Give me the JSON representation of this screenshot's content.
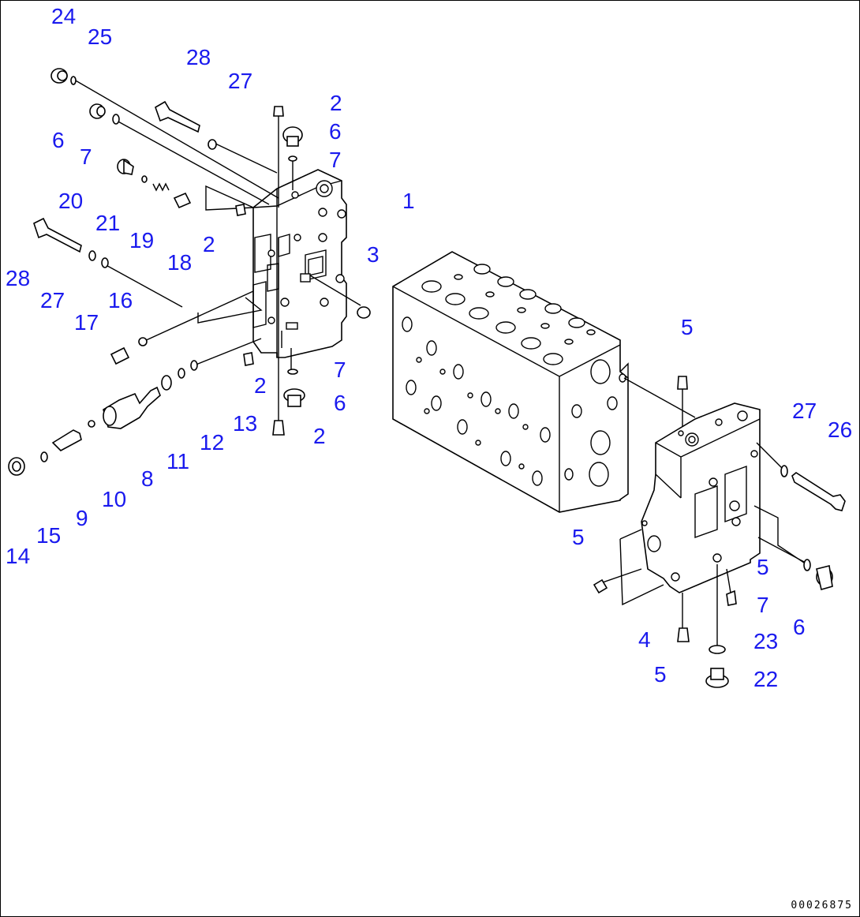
{
  "diagram": {
    "label_color": "#1a1aee",
    "drawing_number": "00026875",
    "callouts": [
      {
        "id": "c24a",
        "text": "24"
      },
      {
        "id": "c25a",
        "text": "25"
      },
      {
        "id": "c28a",
        "text": "28"
      },
      {
        "id": "c27a",
        "text": "27"
      },
      {
        "id": "c2a",
        "text": "2"
      },
      {
        "id": "c6a",
        "text": "6"
      },
      {
        "id": "c7a",
        "text": "7"
      },
      {
        "id": "c6b",
        "text": "6"
      },
      {
        "id": "c7b",
        "text": "7"
      },
      {
        "id": "c20",
        "text": "20"
      },
      {
        "id": "c21",
        "text": "21"
      },
      {
        "id": "c19",
        "text": "19"
      },
      {
        "id": "c2b",
        "text": "2"
      },
      {
        "id": "c18",
        "text": "18"
      },
      {
        "id": "c1",
        "text": "1"
      },
      {
        "id": "c3",
        "text": "3"
      },
      {
        "id": "c28b",
        "text": "28"
      },
      {
        "id": "c27b",
        "text": "27"
      },
      {
        "id": "c16",
        "text": "16"
      },
      {
        "id": "c17",
        "text": "17"
      },
      {
        "id": "c7c",
        "text": "7"
      },
      {
        "id": "c2c",
        "text": "2"
      },
      {
        "id": "c6c",
        "text": "6"
      },
      {
        "id": "c13",
        "text": "13"
      },
      {
        "id": "c12",
        "text": "12"
      },
      {
        "id": "c11",
        "text": "11"
      },
      {
        "id": "c2d",
        "text": "2"
      },
      {
        "id": "c8",
        "text": "8"
      },
      {
        "id": "c10",
        "text": "10"
      },
      {
        "id": "c9",
        "text": "9"
      },
      {
        "id": "c15",
        "text": "15"
      },
      {
        "id": "c14",
        "text": "14"
      },
      {
        "id": "c5a",
        "text": "5"
      },
      {
        "id": "c27c",
        "text": "27"
      },
      {
        "id": "c26",
        "text": "26"
      },
      {
        "id": "c5b",
        "text": "5"
      },
      {
        "id": "c5c",
        "text": "5"
      },
      {
        "id": "c7d",
        "text": "7"
      },
      {
        "id": "c6d",
        "text": "6"
      },
      {
        "id": "c4",
        "text": "4"
      },
      {
        "id": "c23",
        "text": "23"
      },
      {
        "id": "c5d",
        "text": "5"
      },
      {
        "id": "c22",
        "text": "22"
      }
    ]
  }
}
